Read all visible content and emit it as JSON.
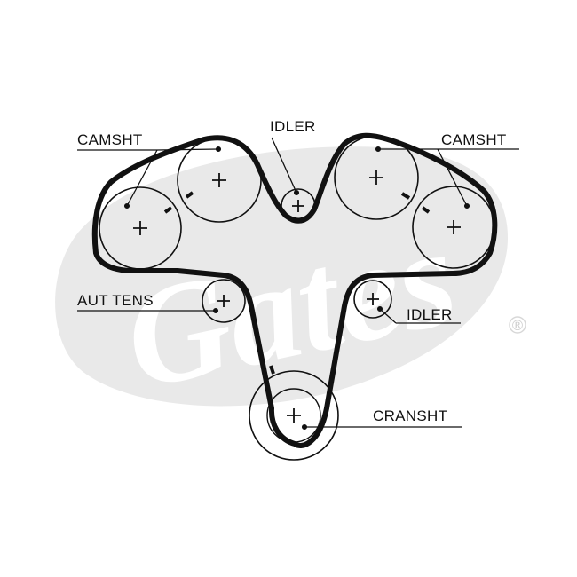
{
  "colors": {
    "background": "#ffffff",
    "watermark": "#e9e9e9",
    "belt": "#111111",
    "line": "#111111"
  },
  "watermark": {
    "icon": "gates-logo-watermark",
    "text": "Gates",
    "registered": "®"
  },
  "labels": {
    "camshaft_left": "CAMSHT",
    "idler_top": "IDLER",
    "camshaft_right": "CAMSHT",
    "auto_tensioner": "AUT TENS",
    "idler_right": "IDLER",
    "crankshaft": "CRANSHT"
  }
}
